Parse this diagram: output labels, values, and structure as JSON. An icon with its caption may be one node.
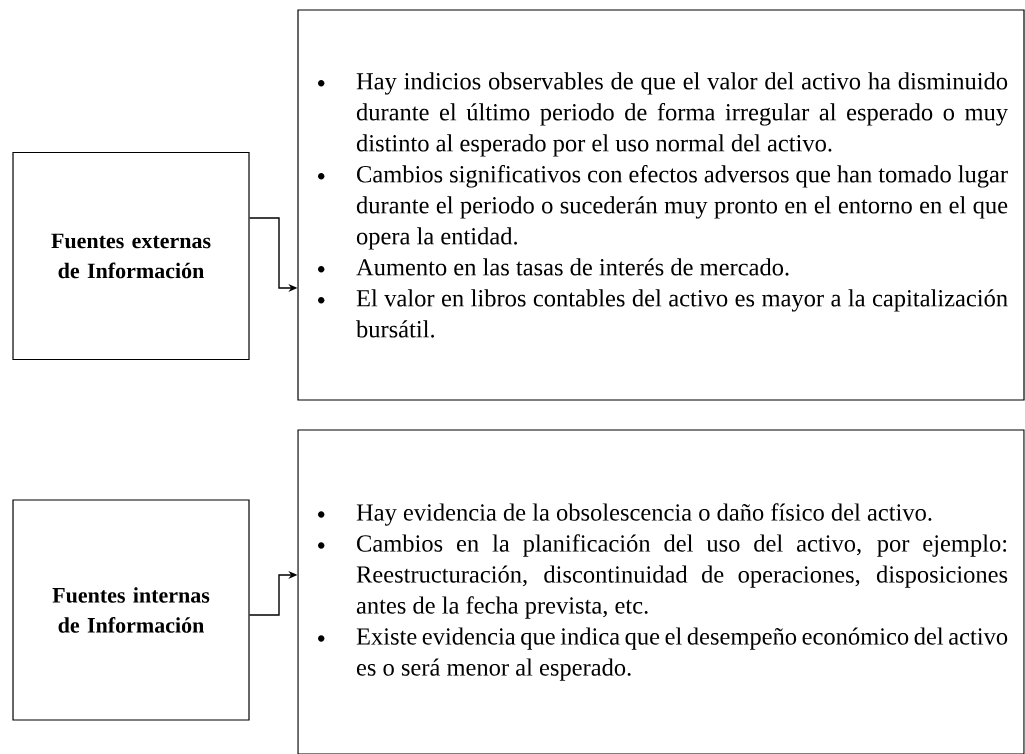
{
  "diagram": {
    "nodes": [
      {
        "text": [
          "Fuentes externas de Información"
        ]
      },
      {
        "text": [
          "Hay indicios observables de que el valor del activo ha disminuido durante el último periodo de forma irregular al esperado o muy distinto al esperado por el uso normal del activo.",
          "Cambios significativos con efectos adversos que han tomado lugar durante el periodo o sucederán muy pronto en el entorno en el que opera la entidad.",
          "Aumento en las tasas de interés de mercado.",
          "El valor en libros contables del activo es mayor a la capitalización bursátil."
        ]
      },
      {
        "text": [
          "Fuentes internas de Información"
        ]
      },
      {
        "text": [
          "Hay evidencia de la obsolescencia o daño físico del activo.",
          "Cambios en la planificación del uso del activo, por ejemplo: Reestructuración, discontinuidad de operaciones, disposiciones antes de la fecha prevista, etc.",
          "Existe evidencia que indica que el desempeño económico del activo es o será menor al esperado."
        ]
      }
    ],
    "edges": [
      {
        "from": 0,
        "to": 1,
        "arrow": "to"
      },
      {
        "from": 2,
        "to": 3,
        "arrow": "to"
      }
    ]
  }
}
